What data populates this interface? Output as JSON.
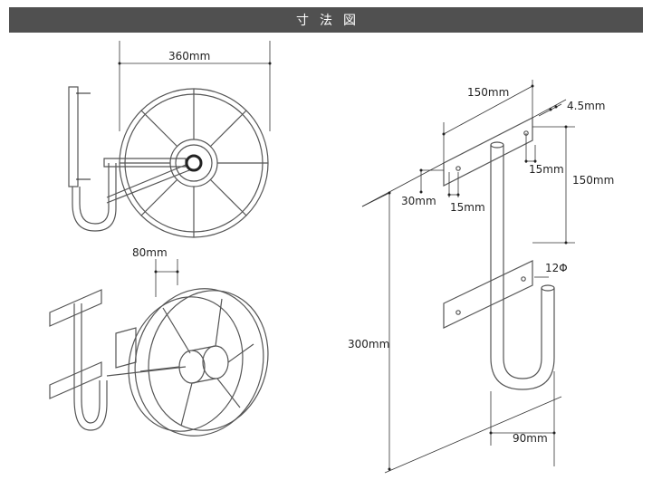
{
  "header": {
    "title": "寸法図"
  },
  "dimensions": {
    "reel_width": "360mm",
    "reel_depth": "80mm",
    "plate_width": "150mm",
    "plate_thickness": "4.5mm",
    "hole_offset_v": "15mm",
    "hole_offset_h": "15mm",
    "plate_height": "30mm",
    "bracket_span": "150mm",
    "pipe_dia": "12Φ",
    "total_height": "300mm",
    "hook_width": "90mm"
  },
  "colors": {
    "header_bg": "#505050",
    "header_text": "#ffffff",
    "line": "#222222"
  }
}
